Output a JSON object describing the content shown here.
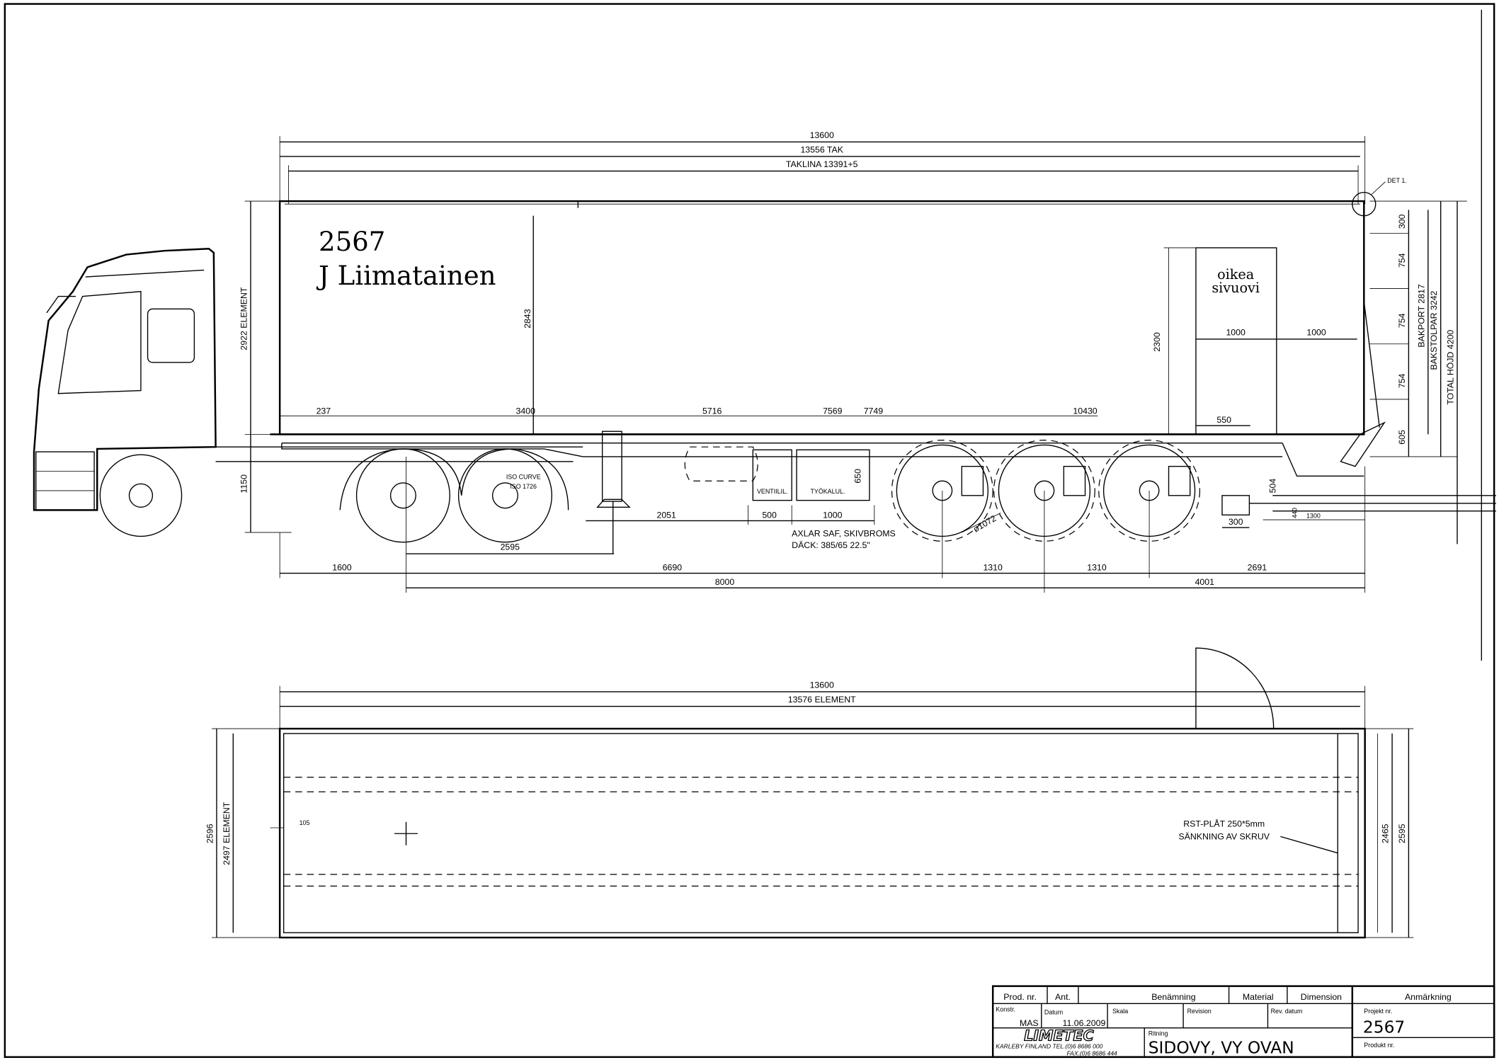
{
  "side_view": {
    "overall_length": "13600",
    "roof_length": "13556 TAK",
    "roof_line": "TAKLINA 13391+5",
    "detail_callout": "DET 1.",
    "body_text_line1": "2567",
    "body_text_line2": "J Liimatainen",
    "door_label_line1": "oikea",
    "door_label_line2": "sivuovi",
    "element_height": "2922 ELEMENT",
    "inner_height": "2843",
    "door_height": "2300",
    "door_width": "1000",
    "door_offset": "1000",
    "door_bottom_offset": "550",
    "floor_marks": [
      "237",
      "3400",
      "5716",
      "7569",
      "7749",
      "10430"
    ],
    "rear_segments": [
      "300",
      "754",
      "754",
      "754",
      "605"
    ],
    "rear_door": "BAKPORT 2817",
    "rear_post": "BAKSTOLPAR 3242",
    "total_height": "TOTAL HÖJD 4200",
    "floor_height": "1150",
    "iso_curve_line1": "ISO CURVE",
    "iso_curve_line2": "ISO 1726",
    "box_2051": "2051",
    "box_500": "500",
    "box_1000": "1000",
    "box_650": "650",
    "valve_box": "VENTIILIL.",
    "tool_box": "TYÖKALUL.",
    "axle_note_line1": "AXLAR SAF, SKIVBROMS",
    "axle_note_line2": "DÄCK: 385/65 22.5\"",
    "wheel_diameter": "ø1072",
    "kingpin_to_leg": "2595",
    "rear_300": "300",
    "rear_504": "504",
    "rear_440": "440",
    "rear_1300": "1300",
    "bottom_row1": [
      "1600",
      "6690",
      "1310",
      "1310",
      "2691"
    ],
    "bottom_row2": [
      "8000",
      "4001"
    ]
  },
  "top_view": {
    "overall_length": "13600",
    "element_length": "13576 ELEMENT",
    "overall_width": "2596",
    "element_width": "2497 ELEMENT",
    "inner_width": "2465",
    "outer_width": "2595",
    "offset": "105",
    "note_line1": "RST-PLÅT 250*5mm",
    "note_line2": "SÄNKNING AV SKRUV"
  },
  "title_block": {
    "headers": [
      "Prod. nr.",
      "Ant.",
      "Benämning",
      "Material",
      "Dimension",
      "Anmärkning"
    ],
    "konstr_label": "Konstr.",
    "konstr_value": "MAS",
    "datum_label": "Datum",
    "datum_value": "11.06.2009",
    "skala_label": "Skala",
    "revision_label": "Revision",
    "rev_datum_label": "Rev. datum",
    "projekt_label": "Projekt nr.",
    "projekt_value": "2567",
    "ritning_label": "Ritning",
    "ritning_value": "SIDOVY, VY OVAN",
    "produkt_label": "Produkt nr.",
    "logo_text": "LIMETEC",
    "company_line1": "KARLEBY FINLAND  TEL.(0)6 8686 000",
    "company_line2": "FAX.(0)6 8686 444"
  }
}
